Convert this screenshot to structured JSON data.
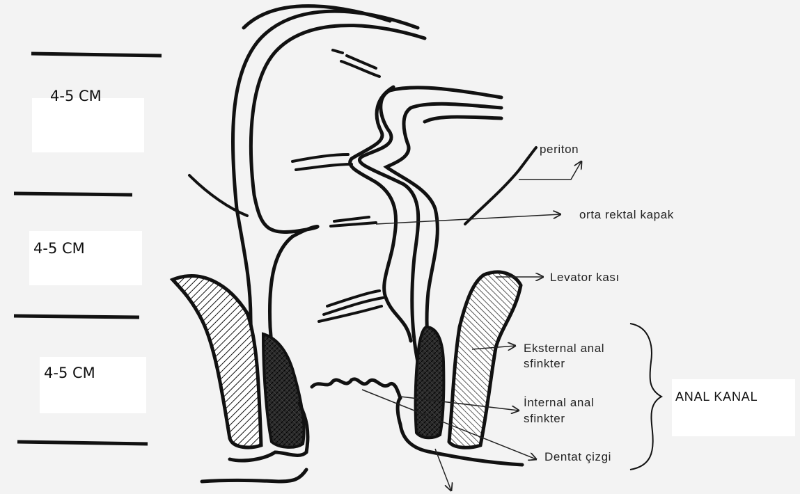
{
  "scale": {
    "segments": [
      {
        "label": "4-5 CM"
      },
      {
        "label": "4-5 CM"
      },
      {
        "label": "4-5 CM"
      }
    ]
  },
  "labels": {
    "periton": "periton",
    "middle_rectal_valve": "orta rektal kapak",
    "levator": "Levator kası",
    "external_sphincter_1": "Eksternal anal",
    "external_sphincter_2": "sfinkter",
    "internal_sphincter_1": "İnternal anal",
    "internal_sphincter_2": "sfinkter",
    "dentate_line": "Dentat çizgi",
    "anal_canal": "ANAL KANAL"
  },
  "colors": {
    "ink": "#111111",
    "paper": "#f3f3f3",
    "box": "#ffffff"
  }
}
